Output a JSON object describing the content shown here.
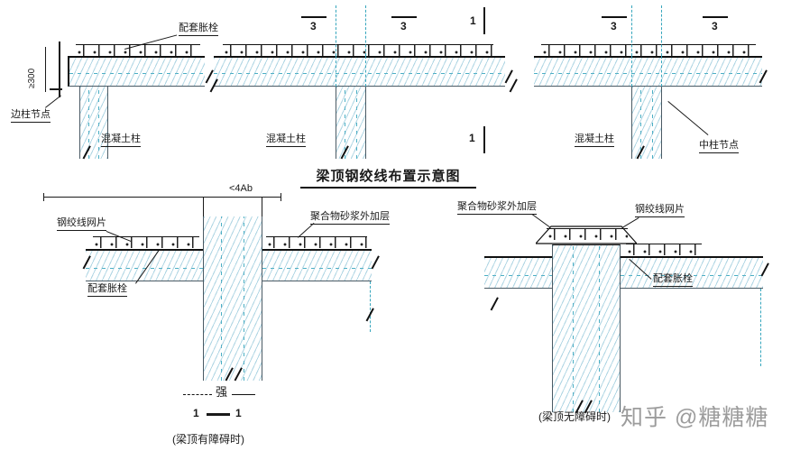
{
  "title": "梁顶钢绞线布置示意图",
  "watermark": "知乎 @糖糖糖",
  "colors": {
    "hatch_line": "#6eb4cd",
    "hidden_line": "#36a6bd",
    "ink": "#1a1a1a",
    "watermark": "#9c9c9c"
  },
  "top": {
    "anchor_label": "配套胀栓",
    "dim_min300": "≥300",
    "edge_node_label": "边柱节点",
    "concrete_col_1": "混凝土柱",
    "concrete_col_2": "混凝土柱",
    "concrete_col_3": "混凝土柱",
    "mid_node_label": "中柱节点",
    "sec3_a": "3",
    "sec3_b": "3",
    "sec3_c": "3",
    "sec3_d": "3",
    "sec1_top": "1",
    "sec1_bottom": "1"
  },
  "bottom_left": {
    "dim_label": "<4Ab",
    "mesh_label": "钢绞线网片",
    "mortar_label": "聚合物砂浆外加层",
    "anchor_label": "配套胀栓",
    "strong_label": "强",
    "sec_left": "1",
    "sec_right": "1",
    "caption": "(梁顶有障碍时)"
  },
  "bottom_right": {
    "mortar_label": "聚合物砂浆外加层",
    "mesh_label": "钢绞线网片",
    "anchor_label": "配套胀栓",
    "caption": "(梁顶无障碍时)"
  }
}
